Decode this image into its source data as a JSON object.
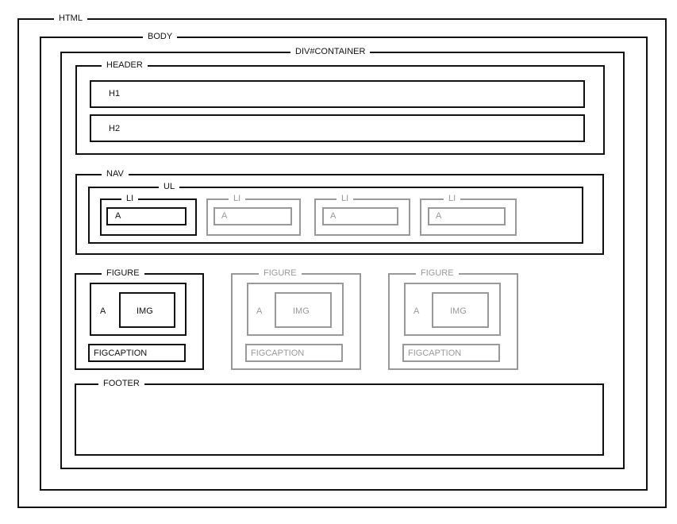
{
  "html": {
    "label": "HTML"
  },
  "body": {
    "label": "BODY"
  },
  "container": {
    "label": "DIV#CONTAINER"
  },
  "header": {
    "label": "HEADER",
    "h1": "H1",
    "h2": "H2"
  },
  "nav": {
    "label": "NAV",
    "ul": "UL",
    "items": [
      {
        "li": "LI",
        "a": "A"
      },
      {
        "li": "LI",
        "a": "A"
      },
      {
        "li": "LI",
        "a": "A"
      },
      {
        "li": "LI",
        "a": "A"
      }
    ]
  },
  "figures": [
    {
      "label": "FIGURE",
      "a": "A",
      "img": "IMG",
      "caption": "FIGCAPTION"
    },
    {
      "label": "FIGURE",
      "a": "A",
      "img": "IMG",
      "caption": "FIGCAPTION"
    },
    {
      "label": "FIGURE",
      "a": "A",
      "img": "IMG",
      "caption": "FIGCAPTION"
    }
  ],
  "footer": {
    "label": "FOOTER"
  },
  "colors": {
    "primary": "#111111",
    "faded": "#999999"
  }
}
